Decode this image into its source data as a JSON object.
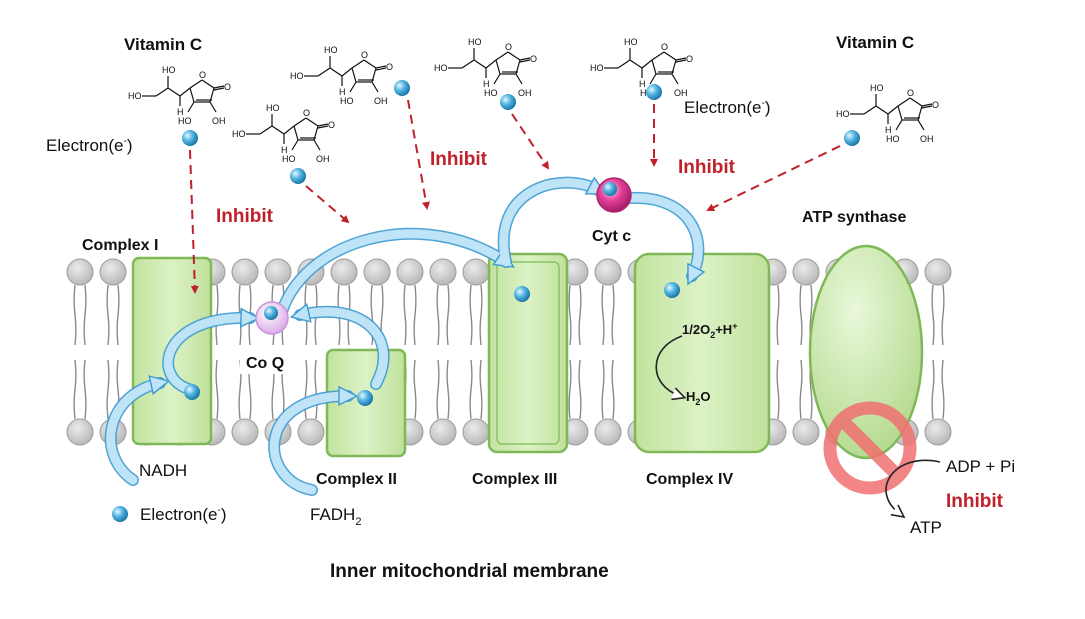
{
  "labels": {
    "vitamin_c_left": "Vitamin C",
    "vitamin_c_right": "Vitamin C",
    "electron_top_left": "Electron(e",
    "electron_top_right": "Electron(e",
    "electron_legend": "Electron(e",
    "electron_sup": "-",
    "electron_close": ")",
    "inhibit_1": "Inhibit",
    "inhibit_2": "Inhibit",
    "inhibit_3": "Inhibit",
    "inhibit_4": "Inhibit",
    "complex_1": "Complex I",
    "complex_2": "Complex II",
    "complex_3": "Complex III",
    "complex_4": "Complex IV",
    "atp_synthase": "ATP synthase",
    "coq": "Co Q",
    "cytc": "Cyt c",
    "nadh": "NADH",
    "fadh_main": "FADH",
    "fadh_sub": "2",
    "reaction_o2_a": "1/2O",
    "reaction_o2_sub": "2",
    "reaction_o2_b": "+H",
    "reaction_o2_sup": "+",
    "reaction_h2o_a": "H",
    "reaction_h2o_sub": "2",
    "reaction_h2o_b": "O",
    "adp_pi": "ADP + Pi",
    "atp": "ATP",
    "membrane_title": "Inner mitochondrial membrane"
  },
  "molecule_labels": {
    "ho": "HO",
    "oh": "OH",
    "o": "O",
    "h": "H"
  },
  "colors": {
    "complex_fill": "#cfeab0",
    "complex_stroke": "#7fb857",
    "arrow_fill": "#bfe3f7",
    "arrow_stroke": "#3d9bd0",
    "inhibit": "#c0202a",
    "electron": "#2f93c9",
    "cytc": "#e0408a",
    "coq": "#e7c2ee",
    "lipid_head": "#c8c8c8",
    "prohibit": "#f07070"
  }
}
